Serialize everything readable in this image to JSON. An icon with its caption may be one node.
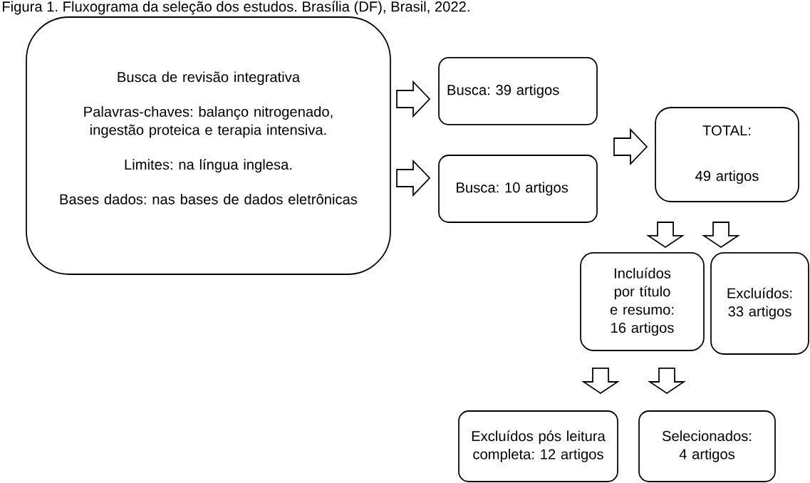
{
  "diagram": {
    "title": "Figura 1. Fluxograma da seleção dos estudos. Brasília (DF), Brasil, 2022.",
    "nodes": [
      {
        "text": [
          "Busca de revisão integrativa",
          "Palavras-chaves: balanço nitrogenado, ingestão proteica e terapia intensiva.",
          "Limites: na língua inglesa.",
          "Bases dados: nas bases de dados eletrônicas"
        ]
      },
      {
        "text": [
          "Busca: 39 artigos"
        ]
      },
      {
        "text": [
          "Busca: 10 artigos"
        ]
      },
      {
        "text": [
          "TOTAL:",
          "49 artigos"
        ]
      },
      {
        "text": [
          "Incluídos por título e resumo: 16 artigos"
        ]
      },
      {
        "text": [
          "Excluídos: 33 artigos"
        ]
      },
      {
        "text": [
          "Excluídos pós leitura completa: 12 artigos"
        ]
      },
      {
        "text": [
          "Selecionados: 4 artigos"
        ]
      }
    ],
    "edges": [
      {
        "from": 0,
        "to": 1,
        "arrow": "to"
      },
      {
        "from": 0,
        "to": 2,
        "arrow": "to"
      },
      {
        "from": 1,
        "to": 3,
        "arrow": "to"
      },
      {
        "from": 2,
        "to": 3,
        "arrow": "to"
      },
      {
        "from": 3,
        "to": 4,
        "arrow": "to"
      },
      {
        "from": 3,
        "to": 5,
        "arrow": "to"
      },
      {
        "from": 4,
        "to": 6,
        "arrow": "to"
      },
      {
        "from": 4,
        "to": 7,
        "arrow": "to"
      }
    ]
  }
}
